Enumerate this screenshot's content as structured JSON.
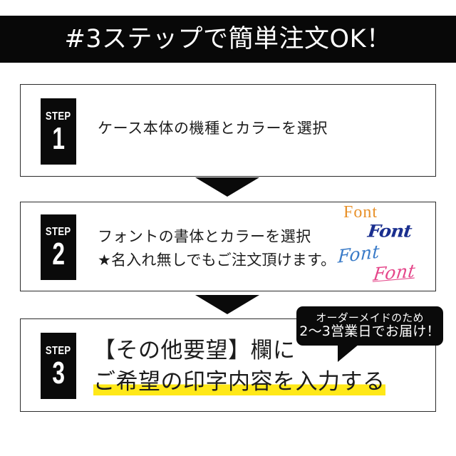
{
  "header": {
    "title": "#3ステップで簡単注文OK！",
    "background_color": "#080808",
    "text_color": "#ffffff"
  },
  "steps": [
    {
      "badge_word": "STEP",
      "badge_number": "1",
      "lines": [
        "ケース本体の機種とカラーを選択"
      ]
    },
    {
      "badge_word": "STEP",
      "badge_number": "2",
      "lines": [
        "フォントの書体とカラーを選択",
        "★名入れ無しでもご注文頂けます。"
      ]
    },
    {
      "badge_word": "STEP",
      "badge_number": "3",
      "lines": [
        "【その他要望】欄に",
        "ご希望の印字内容を入力する"
      ],
      "highlight_color": "#ffe818"
    }
  ],
  "font_samples": [
    {
      "label": "Font",
      "color": "#e8912a",
      "style_name": "serif-orange"
    },
    {
      "label": "Font",
      "color": "#1a2f8f",
      "style_name": "slab-navy-bold"
    },
    {
      "label": "Font",
      "color": "#3a7bc8",
      "style_name": "script-blue"
    },
    {
      "label": "Font",
      "color": "#e5468a",
      "style_name": "script-pink"
    }
  ],
  "callout": {
    "line_1": "オーダーメイドのため",
    "line_2": "2〜3営業日でお届け！",
    "background_color": "#0a0a0a",
    "text_color": "#ffffff"
  },
  "arrows": {
    "shape": "triangle-down",
    "color": "#0a0a0a",
    "count": 2
  }
}
